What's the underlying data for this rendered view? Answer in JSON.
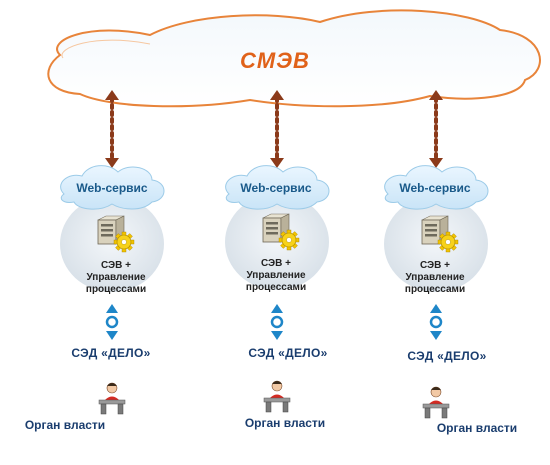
{
  "bus": {
    "title": "СМЭВ"
  },
  "nodes": [
    {
      "web_service": "Web-сервис",
      "server_line1": "СЭВ +",
      "server_line2": "Управление",
      "server_line3": "процессами",
      "system": "СЭД «ДЕЛО»",
      "authority": "Орган власти"
    },
    {
      "web_service": "Web-сервис",
      "server_line1": "СЭВ +",
      "server_line2": "Управление",
      "server_line3": "процессами",
      "system": "СЭД «ДЕЛО»",
      "authority": "Орган власти"
    },
    {
      "web_service": "Web-сервис",
      "server_line1": "СЭВ +",
      "server_line2": "Управление",
      "server_line3": "процессами",
      "system": "СЭД «ДЕЛО»",
      "authority": "Орган власти"
    }
  ],
  "colors": {
    "cloud_stroke": "#e8843a",
    "cloud_fill": "#ffffff",
    "arrow_dots": "#8b3a1a",
    "small_cloud": "#dbeefa",
    "node_disc": "#e3e9ef",
    "link_arrow": "#1e86c8",
    "accent": "#e0621a"
  }
}
